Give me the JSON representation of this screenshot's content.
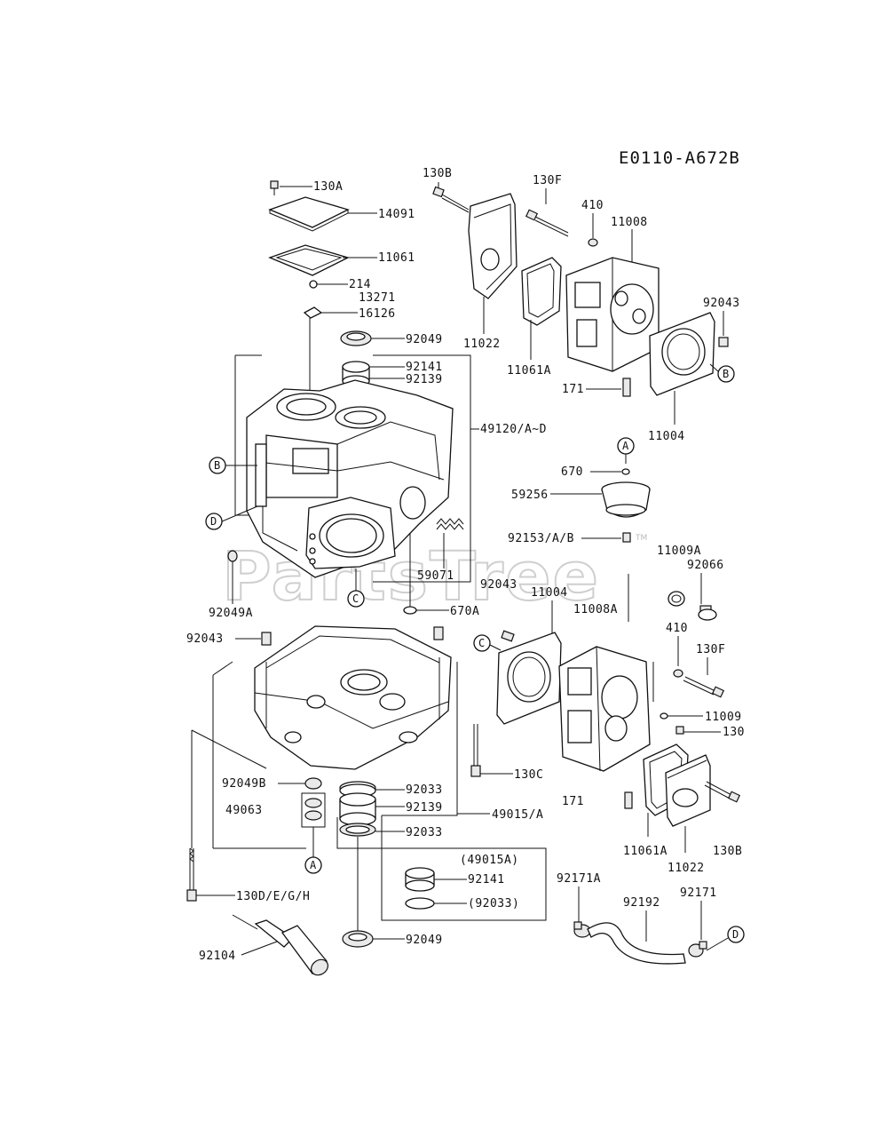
{
  "diagram": {
    "code": "E0110-A672B",
    "watermark": "PartsTree",
    "trademark": "TM",
    "callouts": {
      "A": "A",
      "B": "B",
      "C": "C",
      "D": "D"
    },
    "parts": {
      "p130A": "130A",
      "p14091": "14091",
      "p11061": "11061",
      "p214": "214",
      "p13271": "13271",
      "p16126": "16126",
      "p92049_top": "92049",
      "p92141_top": "92141",
      "p92139_top": "92139",
      "p49120": "49120/A~D",
      "p59071": "59071",
      "p92049A": "92049A",
      "p670A": "670A",
      "p130B_top": "130B",
      "p130F_top": "130F",
      "p410_top": "410",
      "p11008": "11008",
      "p92043_right": "92043",
      "p11022_top": "11022",
      "p11061A_top": "11061A",
      "p171_top": "171",
      "p11004_top": "11004",
      "p670": "670",
      "p59256": "59256",
      "p92153": "92153/A/B",
      "p11009A": "11009A",
      "p92066": "92066",
      "p92043_mid": "92043",
      "p11004_mid": "11004",
      "p11008A": "11008A",
      "p410_mid": "410",
      "p130F_mid": "130F",
      "p11009": "11009",
      "p130": "130",
      "p171_mid": "171",
      "p11061A_bot": "11061A",
      "p11022_bot": "11022",
      "p130B_bot": "130B",
      "p92043_left": "92043",
      "p92049B": "92049B",
      "p49063": "49063",
      "p92033_a": "92033",
      "p92139_bot": "92139",
      "p92033_b": "92033",
      "p49015": "49015/A",
      "p130C": "130C",
      "p49015A": "(49015A)",
      "p92141_bot": "92141",
      "p92033_paren": "(92033)",
      "p130D": "130D/E/G/H",
      "p92049_bot": "92049",
      "p92104": "92104",
      "p92171A": "92171A",
      "p92192": "92192",
      "p92171": "92171"
    }
  }
}
